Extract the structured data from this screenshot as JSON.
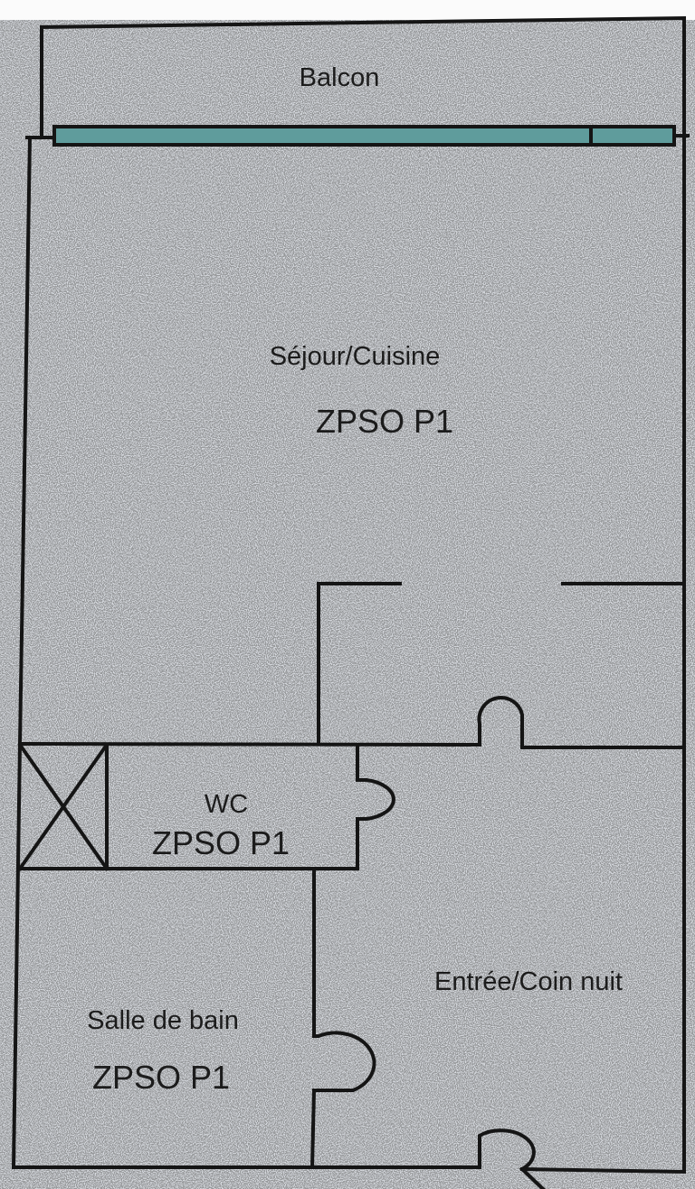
{
  "rooms": {
    "balcony": {
      "name": "Balcon"
    },
    "living": {
      "name": "Séjour/Cuisine",
      "code": "ZPSO P1"
    },
    "wc": {
      "name": "WC",
      "code": "ZPSO P1"
    },
    "bathroom": {
      "name": "Salle de bain",
      "code": "ZPSO P1"
    },
    "entry": {
      "name": "Entrée/Coin nuit"
    }
  },
  "colors": {
    "paper": "#d5d8dd",
    "wall": "#151515",
    "window": "#5f9c9c"
  }
}
